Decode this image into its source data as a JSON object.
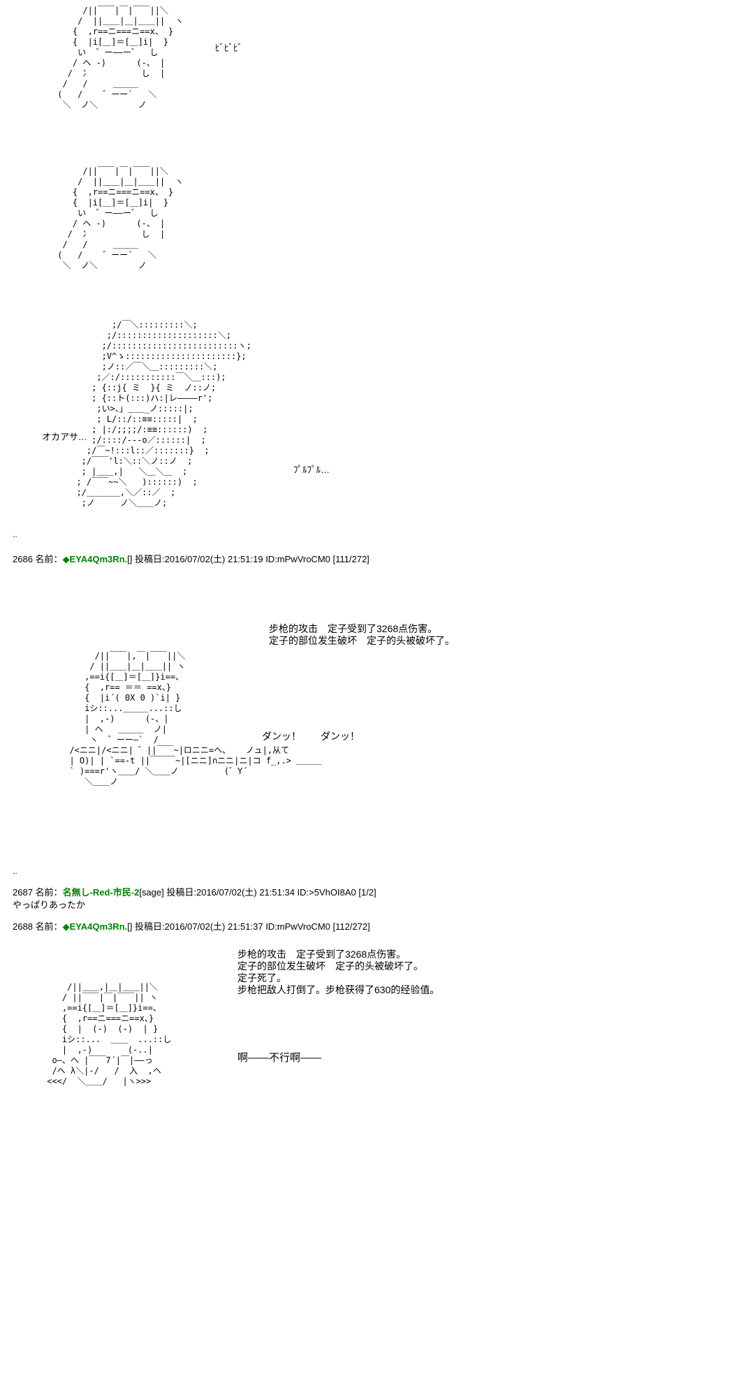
{
  "colors": {
    "background": "#ffffff",
    "text": "#000000",
    "poster_name_green": "#008000"
  },
  "sfx": {
    "top_tremble": "ﾋﾞﾋﾞﾋﾞ",
    "okaasan": "オカアサ…",
    "purupuru": "ﾌﾟﾙﾌﾟﾙ…",
    "gunshot": "ダンッ！　　ダンッ！",
    "dots_1": "..",
    "dots_2": ".."
  },
  "aa": {
    "character_helmet": [
      "      /||￣￣|￣|￣￣||＼",
      "     /  ||＿＿|＿|＿＿||  ヽ",
      "    {  ,r==ニ===ニ==x、 }",
      "    {  |i[＿]＝[＿]i|  }",
      "     い  ゛ー――ー゛  し",
      "    / ヘ -)      (-、 |",
      "   /  冫          し  |",
      "  /   /     ＿＿＿",
      " (   /    ゛ーー`   ＼",
      "  ＼  ノ＼        ノ"
    ],
    "mother_blob": [
      "         ;/￣＼:::::::::＼;",
      "        ;/::::::::::::::::::::＼;",
      "       ;/:::::::::::::::::::::::::ヽ;",
      "       ;V^ゝ::::::::::::::::::::::};",
      "       ;ノ::／￣＼＿:::::::::＼;",
      "      ;／:/:::::::::::￣＼＿:::);",
      "     ; {::j{ ミ  }{ ミ  ノ::ノ;",
      "     ; {::ト(:::)ハ:|レ――――r';",
      "      ;い>、」＿＿_ノ:::::|;",
      "      ; L/::/::≡≡:::::|  ;",
      "     ; |:/;;;;/:≡≡::::::)  ;",
      "     ;/::::/---o／::::::|  ;",
      "    ;/￣~!:::l::／:::::::}  ;",
      "   ;/￣￣'l:＼::＼ノ::ノ  ;",
      "   ; |＿＿,|   ＼＿＼＿  ;",
      "  ; /￣￣~~＼   )::::::)  ;",
      "  ;/＿＿＿＿,＼／::／  ;",
      "   ;ノ     ノ＼＿＿ノ;"
    ],
    "gunner": [
      "       /||￣￣|,￣|￣￣||＼",
      "      / ||＿＿|＿|＿＿|| ヽ",
      "     ,==i{[＿]＝[＿]}i==、",
      "     {  ,r== ＝＝ ==x、}",
      "     {  |i´( 0X 0 )`i| }",
      "     iシ::...＿＿＿...::し",
      "     |  ,-)      (-、|",
      "     | ヘ   ＿＿＿  ノ|",
      "      ヽ  ゛ーー―`  /",
      "  /<ニニ|/<ニニ| ゛||￣￣~|ロニニ=ヘ、   ノュ|,从て",
      "  | O)| | `==-t ||￣￣￣~|[ニニ]∩ニニ|ニ|コ f_,.> ＿＿＿",
      "  ` )===r'ヽ＿＿/ ＼＿＿ノ         (゛Y´",
      "     ＼＿＿ノ"
    ],
    "finale": [
      "     /||＿＿,|＿|＿＿||＼",
      "    / ||￣￣|￣|￣￣|| ヽ",
      "    ,==i{[＿]＝[＿]}i==、",
      "    {  ,r==ニ===ニ==x、}",
      "    {  |  (-)  (-)  | }",
      "    iシ::...  ＿＿  ...::し",
      "    |  ,-)       (-..|",
      "  o―、ヘ |￣￣7´|￣|――っ",
      "  /ヘ λ＼|-/   /  入  ,ヘ",
      " <<</  ＼＿＿/   |ヽ>>>"
    ]
  },
  "posts": {
    "p2686": {
      "number": "2686 ",
      "name_label": "名前：",
      "name": "◆EYA4Qm3Rn.",
      "mail": "[]",
      "date": " 投稿日:2016/07/02(土) 21:51:19 ",
      "id": "ID:mPwVroCM0 ",
      "count": "[111/272]",
      "message": [
        "步枪的攻击　定子受到了3268点伤害。",
        "定子的部位发生破坏　定子的头被破坏了。"
      ]
    },
    "p2687": {
      "number": "2687 ",
      "name_label": "名前：",
      "name": "名無し-Red-市民-2",
      "mail": "[sage]",
      "date": " 投稿日:2016/07/02(土) 21:51:34 ",
      "id": "ID:>5VhOI8A0 ",
      "count": "[1/2]",
      "body": "やっぱりあったか"
    },
    "p2688": {
      "number": "2688 ",
      "name_label": "名前：",
      "name": "◆EYA4Qm3Rn.",
      "mail": "[]",
      "date": " 投稿日:2016/07/02(土) 21:51:37 ",
      "id": "ID:mPwVroCM0 ",
      "count": "[112/272]",
      "message": [
        "步枪的攻击　定子受到了3268点伤害。",
        "定子的部位发生破坏　定子的头被破坏了。",
        "定子死了。",
        "步枪把敌人打倒了。步枪获得了630的经验值。"
      ],
      "scream": "啊——不行啊——"
    }
  }
}
